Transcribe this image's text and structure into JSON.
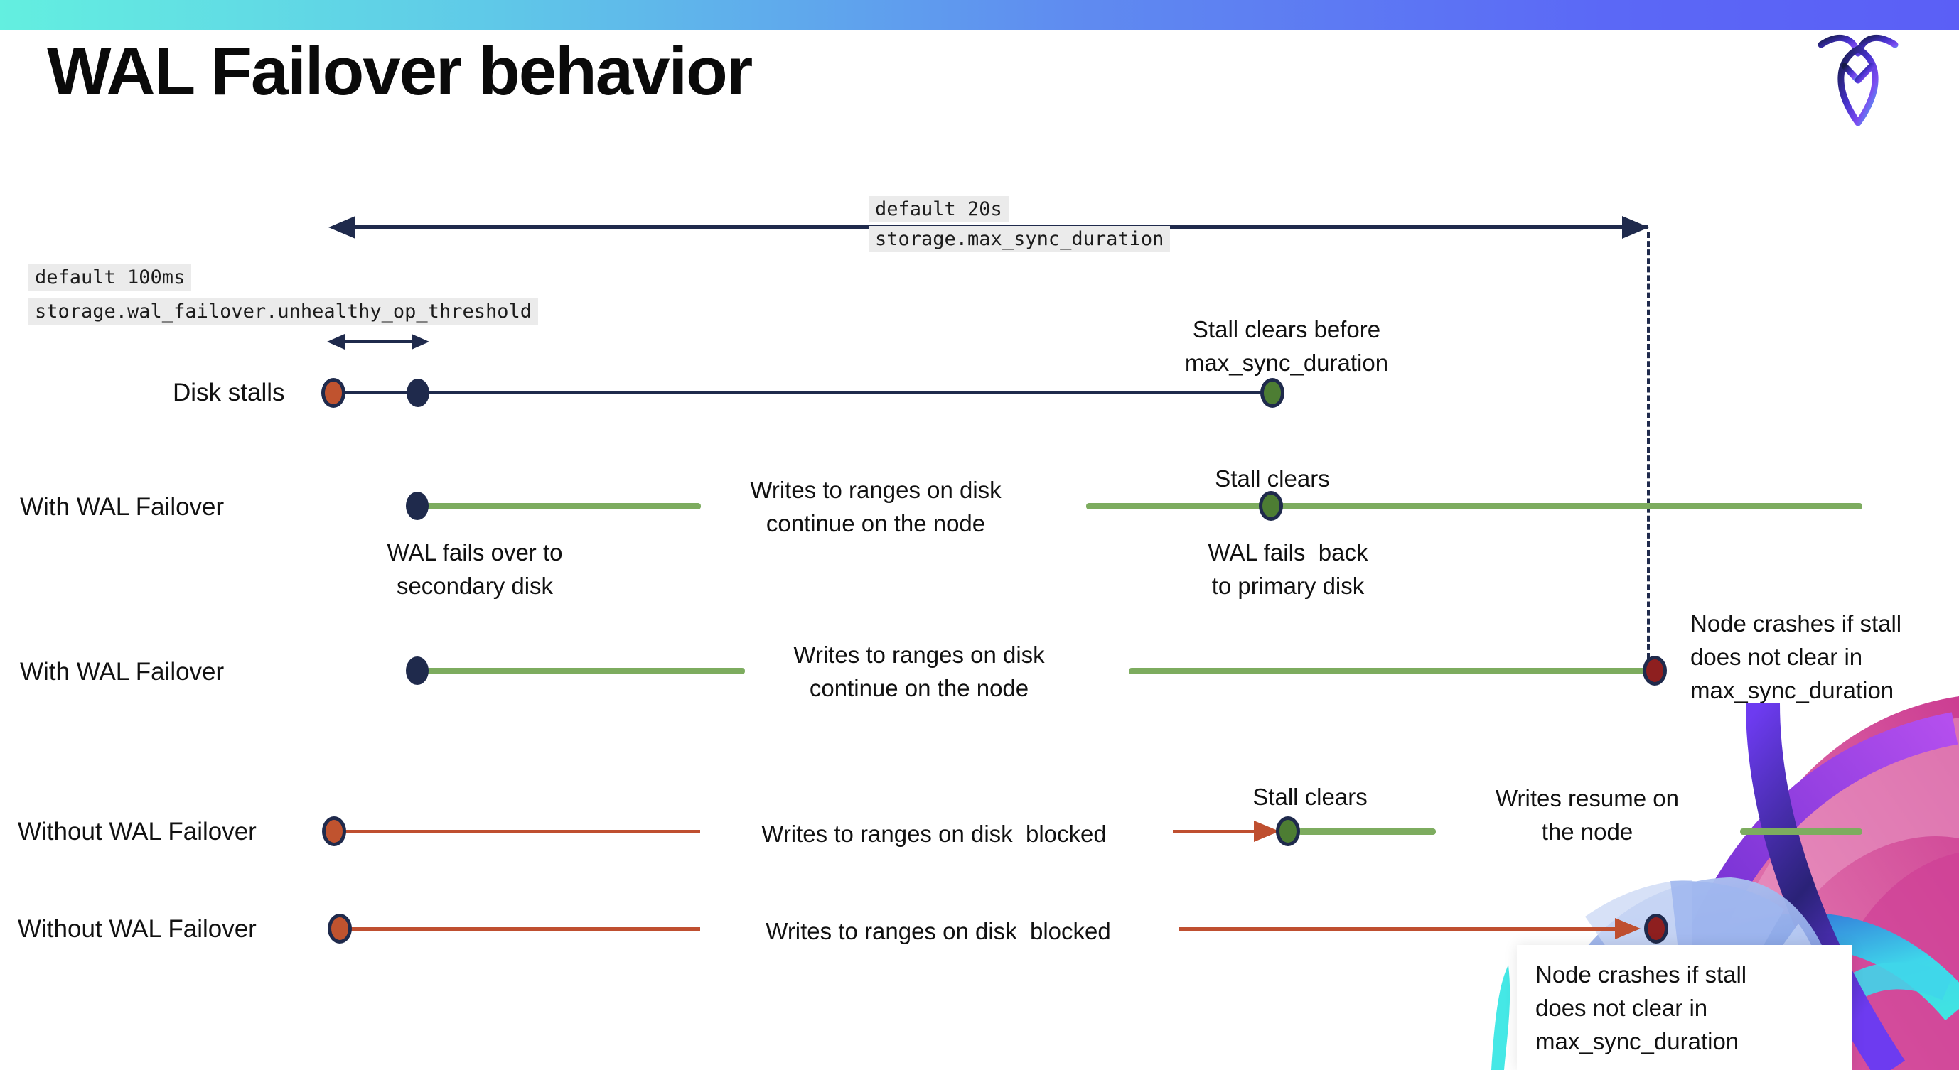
{
  "page": {
    "title": "WAL Failover behavior"
  },
  "brand": {
    "logo": "cockroachdb-logo"
  },
  "settings": {
    "max_sync_duration": {
      "default_value": "default 20s",
      "name": "storage.max_sync_duration"
    },
    "unhealthy_op_threshold": {
      "default_value": "default 100ms",
      "name": "storage.wal_failover.unhealthy_op_threshold"
    }
  },
  "rows": [
    {
      "label": "Disk stalls"
    },
    {
      "label": "With WAL Failover"
    },
    {
      "label": "With WAL Failover"
    },
    {
      "label": "Without WAL Failover"
    },
    {
      "label": "Without WAL Failover"
    }
  ],
  "annotations": {
    "stall_clears_before": [
      "Stall clears before",
      "max_sync_duration"
    ],
    "wal_fails_over": [
      "WAL fails over to",
      "secondary disk"
    ],
    "writes_continue": [
      "Writes to ranges on disk",
      "continue on the node"
    ],
    "stall_clears": "Stall clears",
    "wal_fails_back": [
      "WAL fails  back",
      "to primary disk"
    ],
    "writes_blocked": "Writes to ranges on disk  blocked",
    "writes_resume": [
      "Writes resume on",
      "the node"
    ],
    "node_crashes": [
      "Node crashes if stall",
      "does not clear in",
      "max_sync_duration"
    ]
  },
  "colors": {
    "navy": "#1f2a4c",
    "green_line": "#7dac5f",
    "green_dot": "#4d7d33",
    "red_line": "#bf4f30",
    "red_dot": "#c0532f",
    "crash_dot": "#8e1f1f",
    "setting_label_bg": "#ebebeb",
    "footer_gradient_start": "#63efe0",
    "footer_gradient_end": "#5b5ff6"
  }
}
